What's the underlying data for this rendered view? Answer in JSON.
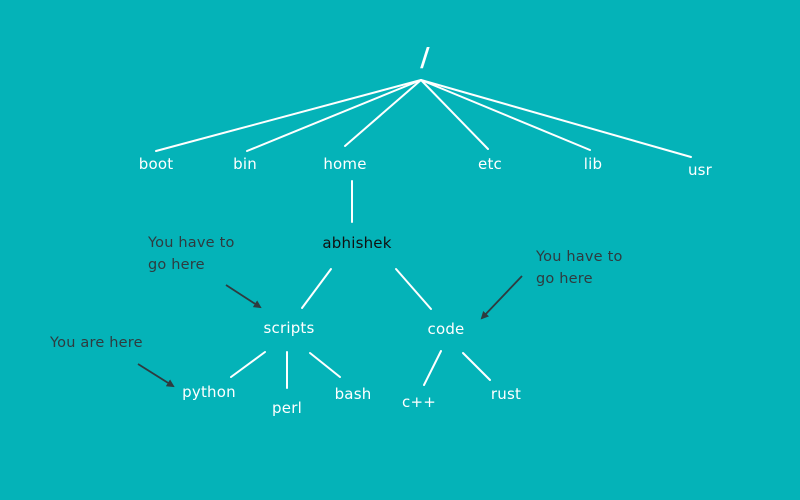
{
  "tree": {
    "root": "/",
    "top_level": {
      "boot": "boot",
      "bin": "bin",
      "home": "home",
      "etc": "etc",
      "lib": "lib",
      "usr": "usr"
    },
    "user": "abhishek",
    "scripts": {
      "label": "scripts",
      "children": {
        "python": "python",
        "perl": "perl",
        "bash": "bash"
      }
    },
    "code": {
      "label": "code",
      "children": {
        "cpp": "c++",
        "rust": "rust"
      }
    }
  },
  "annotations": {
    "destination_left": [
      "You have to",
      "go here"
    ],
    "destination_right": [
      "You have to",
      "go here"
    ],
    "current_location": "You are here"
  },
  "colors": {
    "background": "#04b3b8",
    "edge": "#ffffff",
    "node_text": "#ffffff",
    "highlight_text": "#111111",
    "annotation_text": "#2f3b3f",
    "arrow": "#2f3b3f"
  }
}
